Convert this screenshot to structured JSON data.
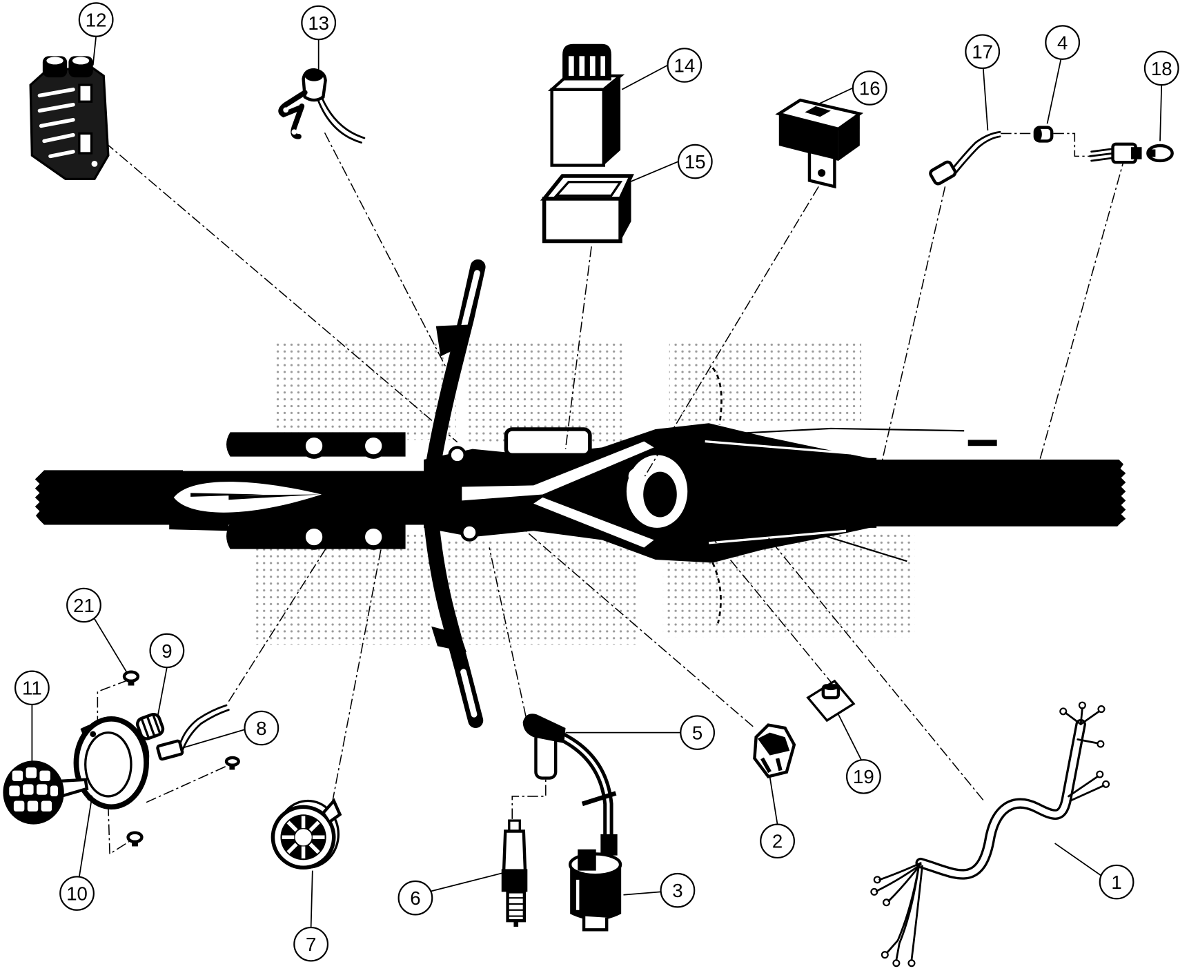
{
  "callouts": [
    "1",
    "2",
    "3",
    "4",
    "5",
    "6",
    "7",
    "8",
    "9",
    "10",
    "11",
    "12",
    "13",
    "14",
    "15",
    "16",
    "17",
    "18",
    "19",
    "21"
  ]
}
